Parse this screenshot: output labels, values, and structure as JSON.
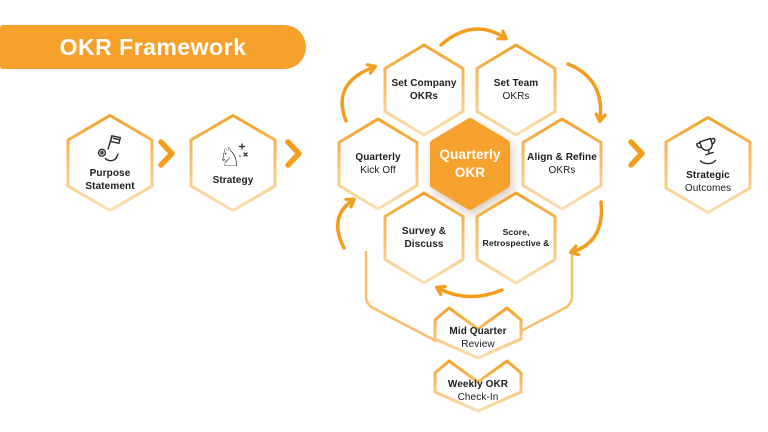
{
  "title": "OKR Framework",
  "colors": {
    "primary": "#F5A12B",
    "arrow": "#F49D1D",
    "hex_top": "#F5A22C",
    "hex_bottom": "#FBDFB2",
    "connector": "#F7BE6B",
    "text": "#1D1D1D",
    "center_fill": "#F6A02E"
  },
  "left_flow": {
    "purpose": {
      "line1": "Purpose",
      "line2": "Statement",
      "icon": "flag-hand-icon"
    },
    "strategy": {
      "line1": "Strategy",
      "icon": "chess-knight-icon"
    }
  },
  "cluster": {
    "set_company": {
      "line1": "Set Company",
      "line2": "OKRs"
    },
    "set_team": {
      "line1": "Set Team",
      "line2": "OKRs"
    },
    "kick_off": {
      "line1": "Quarterly",
      "line2": "Kick Off"
    },
    "center": {
      "line1": "Quarterly",
      "line2": "OKR"
    },
    "align_refine": {
      "line1": "Align & Refine",
      "line2": "OKRs"
    },
    "survey": {
      "line1": "Survey &",
      "line2": "Discuss"
    },
    "score": {
      "line1": "Score,",
      "line2": "Retrospective &"
    }
  },
  "bottom_flow": {
    "mid_quarter": {
      "line1": "Mid Quarter",
      "line2": "Review"
    },
    "weekly": {
      "line1": "Weekly OKR",
      "line2": "Check-In"
    }
  },
  "outcome": {
    "line1": "Strategic",
    "line2": "Outcomes",
    "icon": "trophy-hand-icon"
  }
}
